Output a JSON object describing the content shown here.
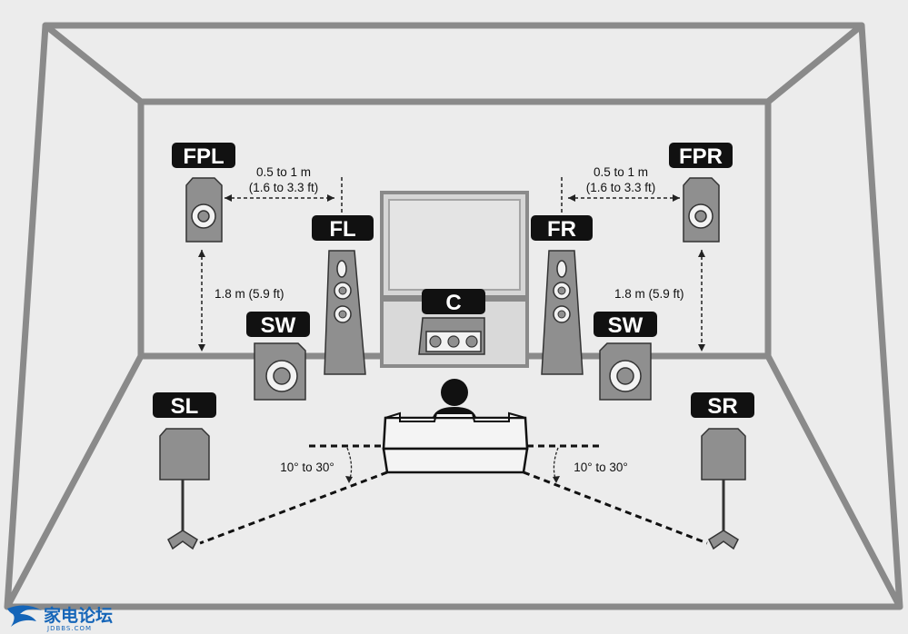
{
  "speakers": {
    "fpl": "FPL",
    "fpr": "FPR",
    "fl": "FL",
    "fr": "FR",
    "c": "C",
    "sw_left": "SW",
    "sw_right": "SW",
    "sl": "SL",
    "sr": "SR"
  },
  "measurements": {
    "presence_gap_left_line1": "0.5 to 1 m",
    "presence_gap_left_line2": "(1.6 to 3.3 ft)",
    "presence_gap_right_line1": "0.5 to 1 m",
    "presence_gap_right_line2": "(1.6 to 3.3 ft)",
    "presence_height_left": "1.8 m (5.9 ft)",
    "presence_height_right": "1.8 m (5.9 ft)",
    "surround_angle_left": "10° to 30°",
    "surround_angle_right": "10° to 30°"
  },
  "watermark": {
    "name": "家电论坛",
    "domain": "JDBBS.COM"
  },
  "colors": {
    "background": "#ececec",
    "room_line": "#8a8a8a",
    "speaker_fill": "#8f8f8f",
    "label_fill": "#111111",
    "watermark": "#1565b8"
  }
}
